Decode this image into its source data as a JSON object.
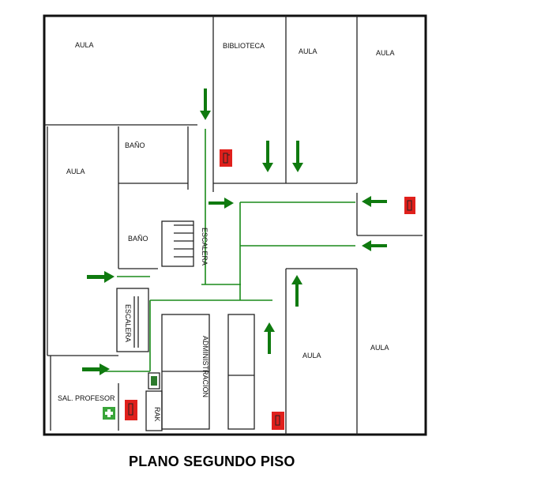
{
  "title": "PLANO SEGUNDO PISO",
  "rooms": {
    "aula_top_left": "AULA",
    "biblioteca": "BIBLIOTECA",
    "aula_top_mid": "AULA",
    "aula_top_right": "AULA",
    "aula_left": "AULA",
    "bano_top": "BAÑO",
    "bano_bottom": "BAÑO",
    "escalera_right": "ESCALERA",
    "escalera_left": "ESCALERA",
    "administracion": "ADMINISTRACION",
    "aula_bottom_mid": "AULA",
    "aula_bottom_right": "AULA",
    "sala_profesor": "SAL. PROFESOR",
    "rack": "RAK"
  },
  "colors": {
    "route": "#1a8a1a",
    "extinguisher": "#e0201c",
    "first_aid": "#3aa53a"
  },
  "icons": [
    "fire-extinguisher-icon",
    "first-aid-icon",
    "emergency-phone-icon",
    "exit-arrow-icon"
  ]
}
